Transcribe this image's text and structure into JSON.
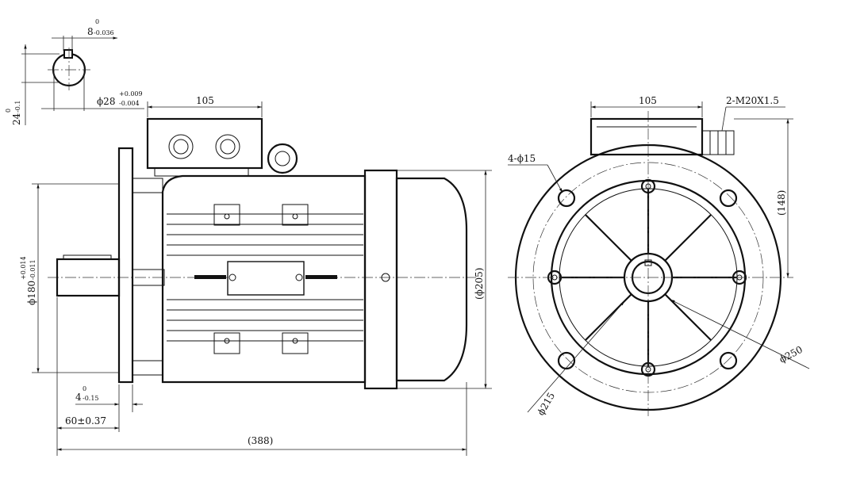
{
  "key_section": {
    "key_width": "8",
    "key_width_upper": "0",
    "key_width_lower": "-0.036",
    "shaft_dia": "ϕ28",
    "shaft_dia_upper": "+0.009",
    "shaft_dia_lower": "-0.004",
    "key_depth": "24",
    "key_depth_upper": "0",
    "key_depth_lower": "-0.1"
  },
  "side_view": {
    "terminal_box_width": "105",
    "spigot_dia": "ϕ180",
    "spigot_dia_upper": "+0.014",
    "spigot_dia_lower": "-0.011",
    "spigot_depth": "4",
    "spigot_depth_upper": "0",
    "spigot_depth_lower": "-0.15",
    "shaft_length": "60±0.37",
    "overall_length": "(388)",
    "body_dia": "(ϕ205)"
  },
  "front_view": {
    "terminal_box_width": "105",
    "cable_gland": "2-M20X1.5",
    "flange_holes": "4-ϕ15",
    "shaft_height": "(148)",
    "flange_dia": "ϕ250",
    "pitch_circle_dia": "ϕ215"
  }
}
